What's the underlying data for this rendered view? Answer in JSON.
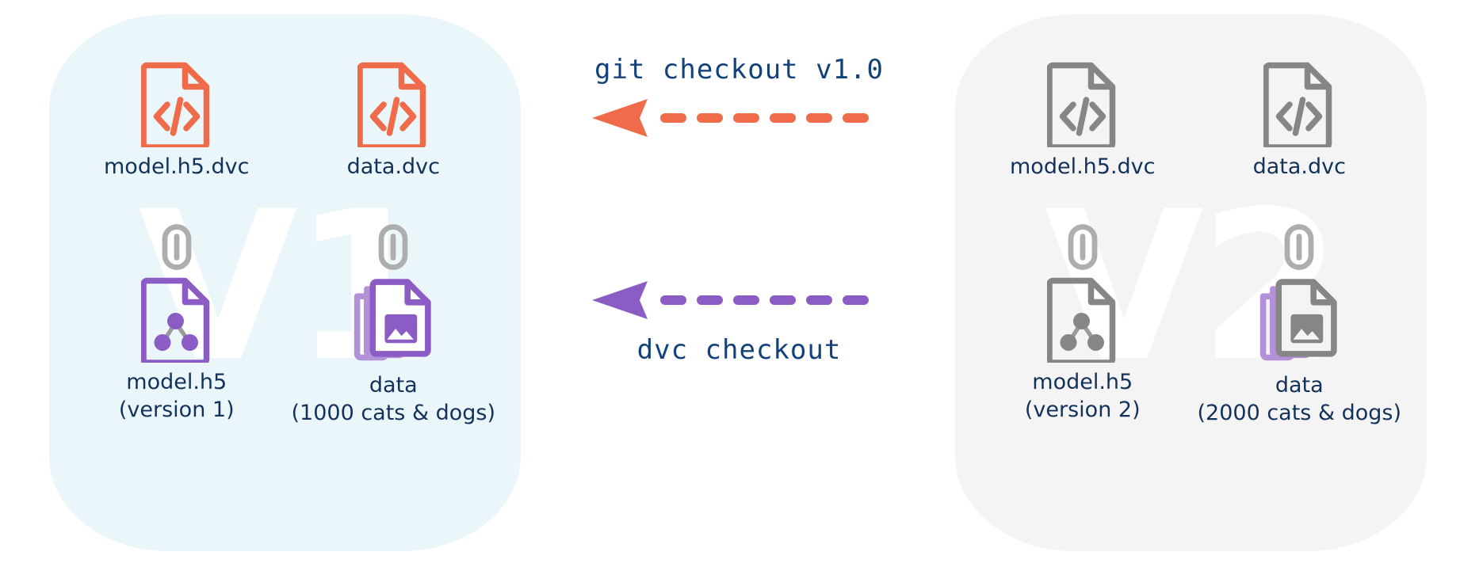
{
  "diagram": {
    "title": "DVC data versioning checkout diagram",
    "colors": {
      "panel_v1_bg": "#eaf6f9",
      "panel_v2_bg": "#f4f4f4",
      "watermark": "#ffffff",
      "text_navy": "#13325b",
      "command_navy": "#13427a",
      "orange": "#ef6b4a",
      "purple": "#8a5cc4",
      "purple_light": "#b391d9",
      "gray": "#868686",
      "gray_light": "#aeaeae"
    }
  },
  "panels": [
    {
      "id": "v1",
      "watermark": "V1",
      "items": [
        {
          "icon": "code-file-icon",
          "icon_color": "orange",
          "label": "model.h5.dvc",
          "sub": ""
        },
        {
          "icon": "code-file-icon",
          "icon_color": "orange",
          "label": "data.dvc",
          "sub": ""
        },
        {
          "icon": "link-icon",
          "icon_color": "gray_light",
          "label": "",
          "sub": ""
        },
        {
          "icon": "link-icon",
          "icon_color": "gray_light",
          "label": "",
          "sub": ""
        },
        {
          "icon": "model-graph-file-icon",
          "icon_color": "purple",
          "label": "model.h5",
          "sub": "(version 1)"
        },
        {
          "icon": "image-stack-file-icon",
          "icon_color": "purple",
          "label": "data",
          "sub": "(1000 cats & dogs)"
        }
      ]
    },
    {
      "id": "v2",
      "watermark": "V2",
      "items": [
        {
          "icon": "code-file-icon",
          "icon_color": "gray",
          "label": "model.h5.dvc",
          "sub": ""
        },
        {
          "icon": "code-file-icon",
          "icon_color": "gray",
          "label": "data.dvc",
          "sub": ""
        },
        {
          "icon": "link-icon",
          "icon_color": "gray_light",
          "label": "",
          "sub": ""
        },
        {
          "icon": "link-icon",
          "icon_color": "gray_light",
          "label": "",
          "sub": ""
        },
        {
          "icon": "model-graph-file-icon",
          "icon_color": "gray",
          "label": "model.h5",
          "sub": "(version 2)"
        },
        {
          "icon": "image-stack-file-icon",
          "icon_color": "gray",
          "label": "data",
          "sub": "(2000 cats & dogs)"
        }
      ]
    }
  ],
  "flows": [
    {
      "id": "git-checkout",
      "command": "git checkout v1.0",
      "label_position": "above",
      "direction": "right-to-left",
      "color": "#ef6b4a",
      "style": "dashed-arrow",
      "dashes": 7
    },
    {
      "id": "dvc-checkout",
      "command": "dvc checkout",
      "label_position": "below",
      "direction": "right-to-left",
      "color": "#8a5cc4",
      "style": "dashed-arrow",
      "dashes": 7
    }
  ]
}
